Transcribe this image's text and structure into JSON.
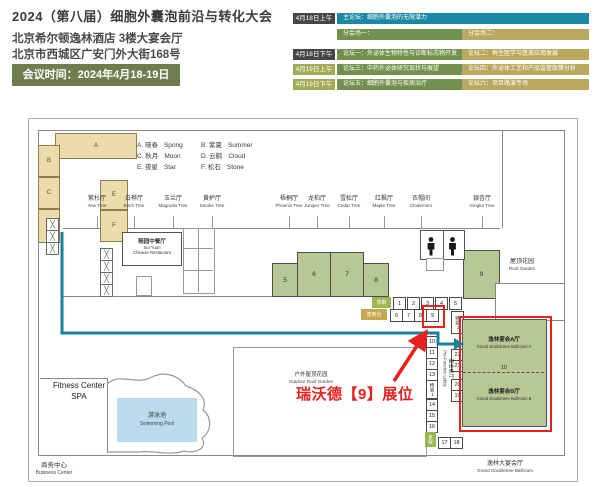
{
  "header": {
    "title": "2024（第八届）细胞外囊泡前沿与转化大会",
    "address_line1": "北京希尔顿逸林酒店 3楼大宴会厅",
    "address_line2": "北京市西城区广安门外大街168号",
    "meeting_time": "会议时间：2024年4月18-19日"
  },
  "schedule": {
    "sessions": [
      {
        "time": "4月18日上午"
      },
      {
        "time": "4月18日下午"
      },
      {
        "time": "4月19日上午"
      },
      {
        "time": "4月19日下午"
      }
    ],
    "main_forum": "主论坛：细胞外囊泡的无限潜力",
    "track1_header": "分会场一：",
    "track2_header": "分会场二：",
    "forums_left": [
      "论坛一：外泌体生物特性与诊断标志物开发",
      "论坛三：中药外泌体研究现状与展望",
      "论坛五：细胞外囊泡与疾病治疗"
    ],
    "forums_right": [
      "论坛二：再生医学与医美应用发展",
      "论坛四：外泌体工艺和产品监管政策分析",
      "论坛六：项目路演专场"
    ]
  },
  "floorplan": {
    "legend": [
      {
        "key_cn": "A. 晓春",
        "en": "Spring"
      },
      {
        "key_cn": "B. 紫夏",
        "en": "Summer"
      },
      {
        "key_cn": "C. 秋月",
        "en": "Moon"
      },
      {
        "key_cn": "D. 云鹤",
        "en": "Cloud"
      },
      {
        "key_cn": "E. 夜星",
        "en": "Star"
      },
      {
        "key_cn": "F. 松石",
        "en": "Stone"
      }
    ],
    "rooms_small": [
      "A",
      "B",
      "C",
      "D",
      "E",
      "F"
    ],
    "top_rooms": [
      {
        "cn": "紫杉厅",
        "en": "Yew Tree"
      },
      {
        "cn": "白桦厅",
        "en": "Birch Tree"
      },
      {
        "cn": "玉兰厅",
        "en": "Magnolia Tree"
      },
      {
        "cn": "黄栌厅",
        "en": "Smoke Tree"
      },
      {
        "cn": "梧桐厅",
        "en": "Phoenix Tree"
      },
      {
        "cn": "龙柏厅",
        "en": "Juniper Tree"
      },
      {
        "cn": "雪松厅",
        "en": "Cedar Tree"
      },
      {
        "cn": "红枫厅",
        "en": "Maple Tree"
      },
      {
        "cn": "衣帽间",
        "en": "Cloakroom"
      },
      {
        "cn": "银杏厅",
        "en": "Gingko Tree"
      }
    ],
    "restaurant": {
      "cn": "随园中餐厅",
      "en1": "Sui Yuan",
      "en2": "Chinese Restaurant"
    },
    "room_numbers": [
      "5",
      "6",
      "7",
      "8",
      "9"
    ],
    "roof_garden_cn": "屋顶花园",
    "roof_garden_en": "Roof Garden",
    "tea_break": "茶歇",
    "registration": "签到台",
    "booths_top": [
      "1",
      "2",
      "3",
      "4",
      "5"
    ],
    "booths_mid": [
      "6",
      "7",
      "8",
      "9"
    ],
    "booths_col_a": [
      "10",
      "11",
      "12",
      "13"
    ],
    "special1": "特装1",
    "booths_col_b": [
      "14",
      "15",
      "16"
    ],
    "booths_bottom": [
      "17",
      "18"
    ],
    "booths_col_c": [
      "22",
      "21",
      "20",
      "19"
    ],
    "special2": "特装2",
    "prefunction_cn": "宴会前厅",
    "prefunction_en": "Pre-Function Lobby",
    "ballroom_a_cn": "逸林宴会A厅",
    "ballroom_a_en": "Grand Doubletree Ballroom A",
    "ballroom_b_cn": "逸林宴会B厅",
    "ballroom_b_en": "Grand Doubletree Ballroom B",
    "ballroom_door": "10",
    "outdoor_cn": "户外屋顶花园",
    "outdoor_en": "Outdoor Roof Garden",
    "fitness1": "Fitness Center",
    "fitness2": "SPA",
    "pool_cn": "游泳池",
    "pool_en": "Swimming Pool",
    "business_cn": "商务中心",
    "business_en": "Business Center",
    "grand_cn": "逸林大宴会厅",
    "grand_en": "Grand Doubletree Ballroom",
    "callout": "瑞沃德【9】展位"
  },
  "colors": {
    "teal": "#1b89a5",
    "forum_green": "#73914e",
    "forum_tan": "#b9a85d",
    "date_dark": "#464644",
    "date_olive": "#a2ab55",
    "header_green": "#6f7c4e",
    "highlight_red": "#e8211c",
    "route_teal": "#1f7e9b",
    "room_green": "#b7c795",
    "room_tan": "#eddcab",
    "pool_blue": "#badbee"
  }
}
